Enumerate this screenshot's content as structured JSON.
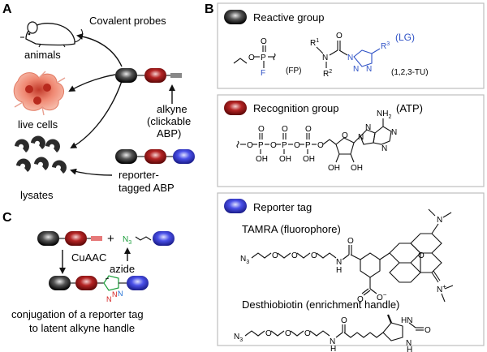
{
  "panel_a": {
    "letter": "A",
    "covalent_probes": "Covalent probes",
    "animals": "animals",
    "live_cells": "live cells",
    "lysates": "lysates",
    "alkyne_1": "alkyne",
    "alkyne_2": "(clickable",
    "alkyne_3": "ABP)",
    "reporter_1": "reporter-",
    "reporter_2": "tagged ABP"
  },
  "panel_b": {
    "letter": "B",
    "reactive_title": "Reactive group",
    "fp_label": "(FP)",
    "lg_label": "(LG)",
    "tu_label": "(1,2,3-TU)",
    "recognition_title": "Recognition group",
    "atp_label": "(ATP)",
    "reporter_title": "Reporter tag",
    "tamra_label": "TAMRA (fluorophore)",
    "desthio_label": "Desthiobiotin (enrichment handle)"
  },
  "panel_c": {
    "letter": "C",
    "plus": "+",
    "cuaac": "CuAAC",
    "azide": "azide",
    "caption_1": "conjugation of a reporter tag",
    "caption_2": "to latent alkyne handle"
  },
  "atoms": {
    "O": "O",
    "P": "P",
    "F": "F",
    "N": "N",
    "OH": "OH",
    "HN": "HN",
    "R1": "R",
    "sup1": "1",
    "R2": "R",
    "sup2": "2",
    "R3": "R",
    "sup3": "3",
    "NH2": "NH",
    "sub2": "2",
    "N3": "N",
    "sub3": "3",
    "H": "H",
    "Ominus": "O",
    "minus": "−",
    "plus": "+"
  },
  "colors": {
    "reactive": "#1a1a1a",
    "recognition": "#a61c1c",
    "reporter": "#3a3fd6",
    "triazole_ring": "#1a9e3a",
    "alkyne": "#d42020",
    "leaving_group": "#2f52c6"
  }
}
